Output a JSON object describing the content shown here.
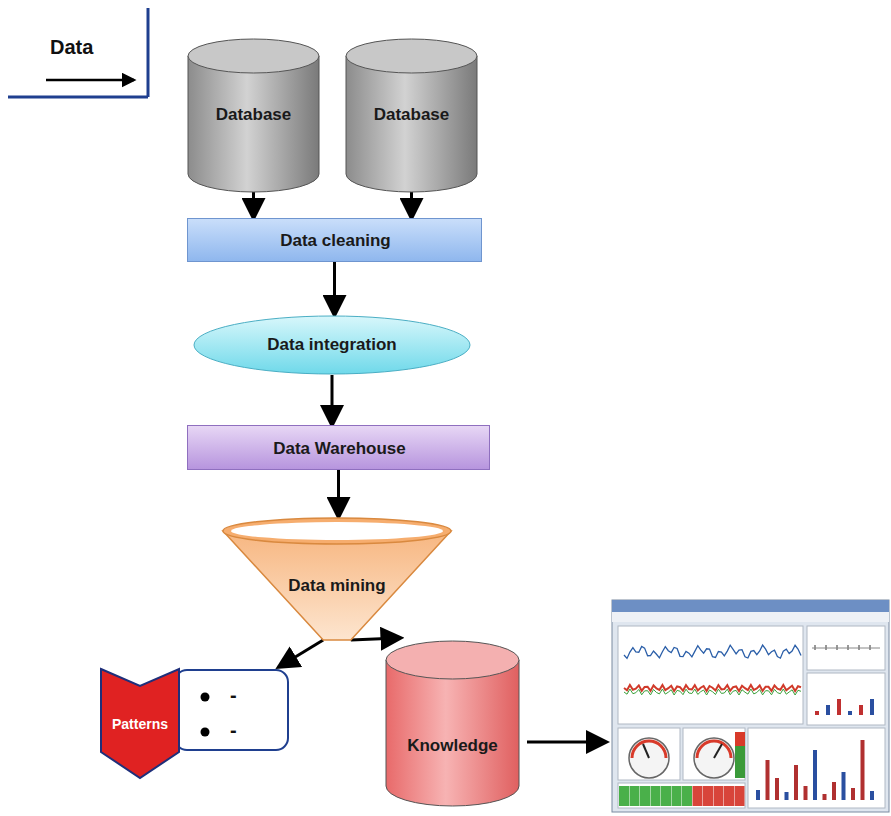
{
  "diagram": {
    "nodes": [
      {
        "text": [
          "Database"
        ]
      },
      {
        "text": [
          "Database"
        ]
      },
      {
        "text": [
          "Data cleaning"
        ]
      },
      {
        "text": [
          "Data integration"
        ]
      },
      {
        "text": [
          "Data Warehouse"
        ]
      },
      {
        "text": [
          "Data mining"
        ]
      },
      {
        "text": [
          "Patterns"
        ]
      },
      {
        "text": [
          "Knowledge"
        ]
      }
    ],
    "edges": [
      {
        "from": 0,
        "to": 2,
        "arrow": "to"
      },
      {
        "from": 1,
        "to": 2,
        "arrow": "to"
      },
      {
        "from": 2,
        "to": 3,
        "arrow": "to"
      },
      {
        "from": 3,
        "to": 4,
        "arrow": "to"
      },
      {
        "from": 4,
        "to": 5,
        "arrow": "to"
      },
      {
        "from": 5,
        "to": 6,
        "arrow": "to"
      },
      {
        "from": 5,
        "to": 7,
        "arrow": "to"
      }
    ],
    "labels": [
      "Data",
      "-",
      "-"
    ]
  }
}
